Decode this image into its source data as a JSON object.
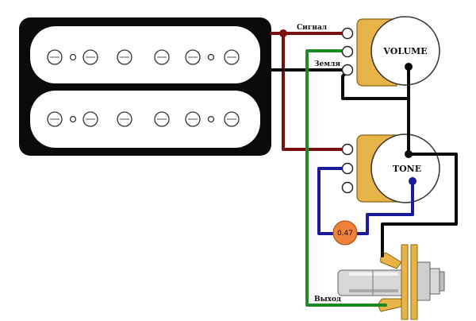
{
  "labels": {
    "signal": "Сигнал",
    "ground": "Земля",
    "output": "Выход",
    "volume": "VOLUME",
    "tone": "TONE",
    "capacitor": "0.47"
  },
  "colors": {
    "signal_wire": "#7a1010",
    "ground_wire": "#0a0a0a",
    "output_wire": "#1f8a1f",
    "tone_wire": "#1a1a9a",
    "pot_body": "#e8b44a",
    "capacitor": "#f0813a"
  }
}
